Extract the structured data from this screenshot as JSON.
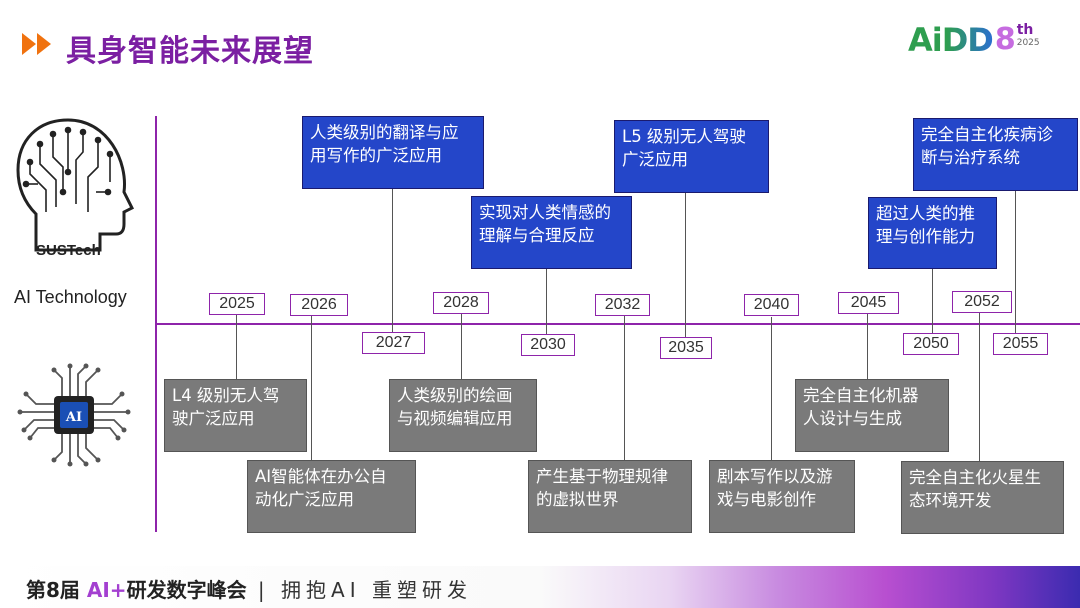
{
  "header": {
    "title": "具身智能未来展望"
  },
  "logo": {
    "main": "AiDD",
    "num": "8",
    "sup": "th",
    "year": "2025"
  },
  "brain_label": "SUSTech",
  "ai_technology_label": "AI Technology",
  "chip_label": "AI",
  "timeline": {
    "above": [
      {
        "year": "2025",
        "text": ""
      },
      {
        "year": "2026",
        "text": ""
      },
      {
        "year": "2028",
        "text": ""
      },
      {
        "year": "2032",
        "text": ""
      },
      {
        "year": "2040",
        "text": ""
      },
      {
        "year": "2045",
        "text": ""
      },
      {
        "year": "2052",
        "text": ""
      }
    ],
    "below_years": [
      "2027",
      "2030",
      "2035",
      "2050",
      "2055"
    ],
    "blue_boxes": [
      {
        "line1": "人类级别的翻译与应",
        "line2": "用写作的广泛应用"
      },
      {
        "line1": "实现对人类情感的",
        "line2": "理解与合理反应"
      },
      {
        "line1": "L5 级别无人驾驶",
        "line2": "广泛应用"
      },
      {
        "line1": "超过人类的推",
        "line2": "理与创作能力"
      },
      {
        "line1": "完全自主化疾病诊",
        "line2": "断与治疗系统"
      }
    ],
    "gray_boxes": [
      {
        "line1": "L4 级别无人驾",
        "line2": "驶广泛应用"
      },
      {
        "line1": "AI智能体在办公自",
        "line2": "动化广泛应用"
      },
      {
        "line1": "人类级别的绘画",
        "line2": "与视频编辑应用"
      },
      {
        "line1": "产生基于物理规律",
        "line2": "的虚拟世界"
      },
      {
        "line1": "剧本写作以及游",
        "line2": "戏与电影创作"
      },
      {
        "line1": "完全自主化机器",
        "line2": "人设计与生成"
      },
      {
        "line1": "完全自主化火星生",
        "line2": "态环境开发"
      }
    ]
  },
  "footer": {
    "prefix": "第8届 ",
    "ai": "AI+",
    "middle": "研发数字峰会",
    "divider": " | ",
    "slogan": "拥抱AI 重塑研发"
  }
}
